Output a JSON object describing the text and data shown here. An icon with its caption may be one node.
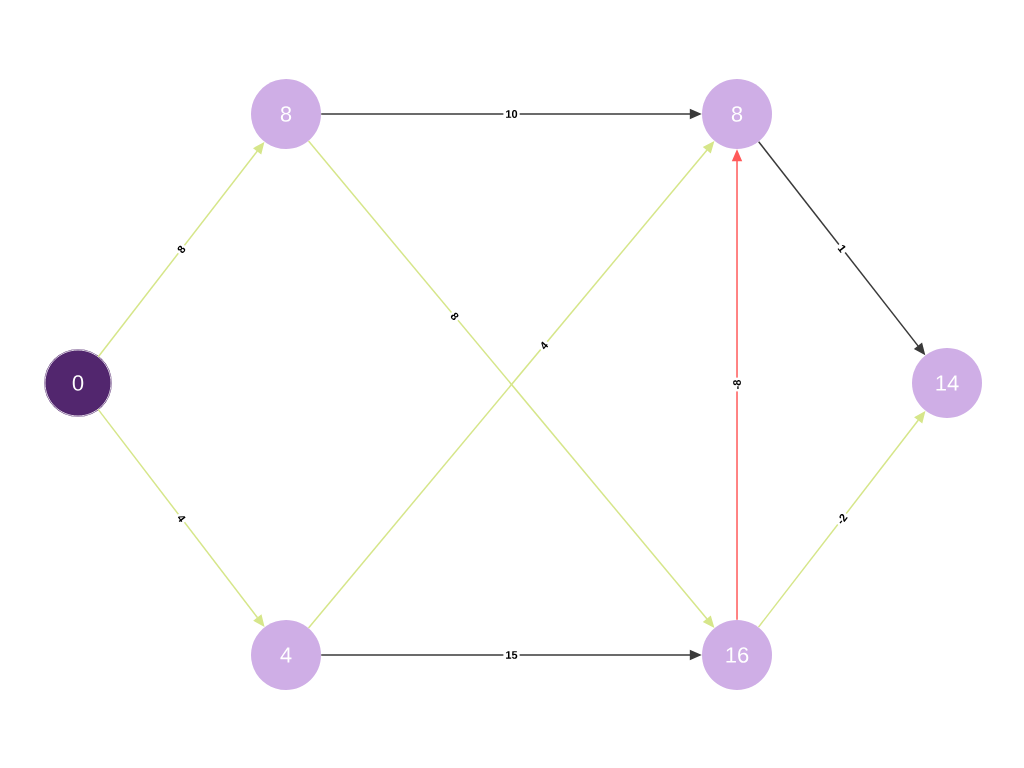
{
  "diagram": {
    "nodes": [
      {
        "text": [
          "0"
        ]
      },
      {
        "text": [
          "8"
        ]
      },
      {
        "text": [
          "4"
        ]
      },
      {
        "text": [
          "8"
        ]
      },
      {
        "text": [
          "16"
        ]
      },
      {
        "text": [
          "14"
        ]
      }
    ],
    "edges": [
      {
        "from": 0,
        "to": 1,
        "arrow": "to",
        "label": "8"
      },
      {
        "from": 0,
        "to": 2,
        "arrow": "to",
        "label": "4"
      },
      {
        "from": 1,
        "to": 3,
        "arrow": "to",
        "label": "10",
        "color": "#3a3a3a"
      },
      {
        "from": 1,
        "to": 4,
        "arrow": "to",
        "label": "8"
      },
      {
        "from": 2,
        "to": 3,
        "arrow": "to",
        "label": "4"
      },
      {
        "from": 2,
        "to": 4,
        "arrow": "to",
        "label": "15",
        "color": "#3a3a3a"
      },
      {
        "from": 4,
        "to": 3,
        "arrow": "to",
        "label": "-8",
        "color": "#ff5a5a"
      },
      {
        "from": 3,
        "to": 5,
        "arrow": "to",
        "label": "1",
        "color": "#3a3a3a"
      },
      {
        "from": 4,
        "to": 5,
        "arrow": "to",
        "label": "-2"
      }
    ]
  }
}
